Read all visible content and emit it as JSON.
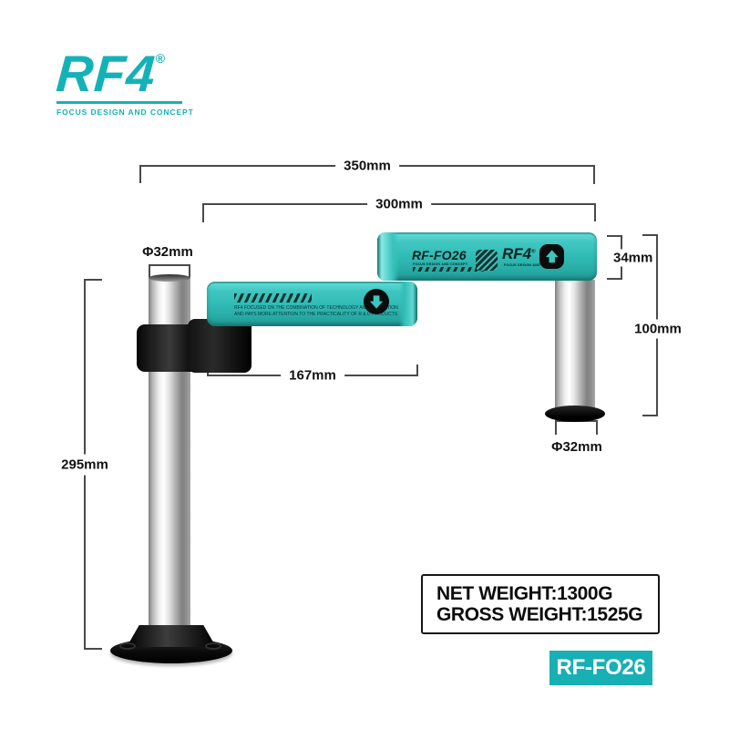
{
  "brand": {
    "name": "RF4",
    "reg": "®",
    "tagline": "FOCUS DESIGN AND CONCEPT"
  },
  "dims": {
    "total_width": "350mm",
    "arm_span": "300mm",
    "top_pole_dia": "Φ32mm",
    "arm_thickness": "34mm",
    "drop_height": "100mm",
    "lower_arm_len": "167mm",
    "pole_height": "295mm",
    "bottom_pole_dia": "Φ32mm"
  },
  "upper_arm": {
    "model": "RF-FO26",
    "tagline": "FOCUS DESIGN AND CONCEPT",
    "brand": "RF4",
    "reg": "®"
  },
  "lower_arm": {
    "caption1": "RF4 FOCUSED ON THE COMBINATION OF TECHNOLOGY AND INNOVATION",
    "caption2": "AND PAYS MORE ATTENTION TO THE PRACTICALITY OF R & D PRODUCTS"
  },
  "info_box": {
    "net": "NET WEIGHT:1300G",
    "gross": "GROSS WEIGHT:1525G"
  },
  "badge": {
    "label": "RF-FO26"
  },
  "icons": {
    "upper_arm_arrow": "up-arrow",
    "lower_arm_arrow": "down-arrow"
  },
  "colors": {
    "brand_teal": "#14b2b6",
    "arm_teal": "#2fb9b3",
    "badge_teal": "#17b0b4",
    "dimension_line": "#4a4a4a"
  }
}
